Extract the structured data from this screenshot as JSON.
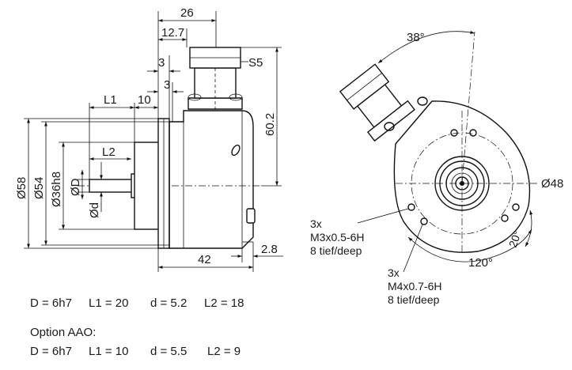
{
  "side_view": {
    "dimensions": {
      "width_26": "26",
      "width_12_7": "12.7",
      "gap_3a": "3",
      "gap_3b": "3",
      "l1_label": "L1",
      "ten": "10",
      "l2_label": "L2",
      "dia_58": "Ø58",
      "dia_54": "Ø54",
      "dia_36h8": "Ø36h8",
      "dia_D": "ØD",
      "dia_d": "Ød",
      "height_60_2": "60.2",
      "s5": "S5",
      "length_42": "42",
      "offset_2_8": "2.8"
    }
  },
  "front_view": {
    "angle_38": "38°",
    "dia_48": "Ø48",
    "angle_120": "120°",
    "angle_20": "20°",
    "note_m3": {
      "count": "3x",
      "thread": "M3x0.5-6H",
      "depth": "8 tief/deep"
    },
    "note_m4": {
      "count": "3x",
      "thread": "M4x0.7-6H",
      "depth": "8 tief/deep"
    }
  },
  "specs": {
    "standard": {
      "D": "D = 6h7",
      "L1": "L1 = 20",
      "d": "d = 5.2",
      "L2": "L2 =   18"
    },
    "option_title": "Option AAO:",
    "option": {
      "D": "D = 6h7",
      "L1": "L1 = 10",
      "d": "d = 5.5",
      "L2": "L2 =   9"
    }
  }
}
